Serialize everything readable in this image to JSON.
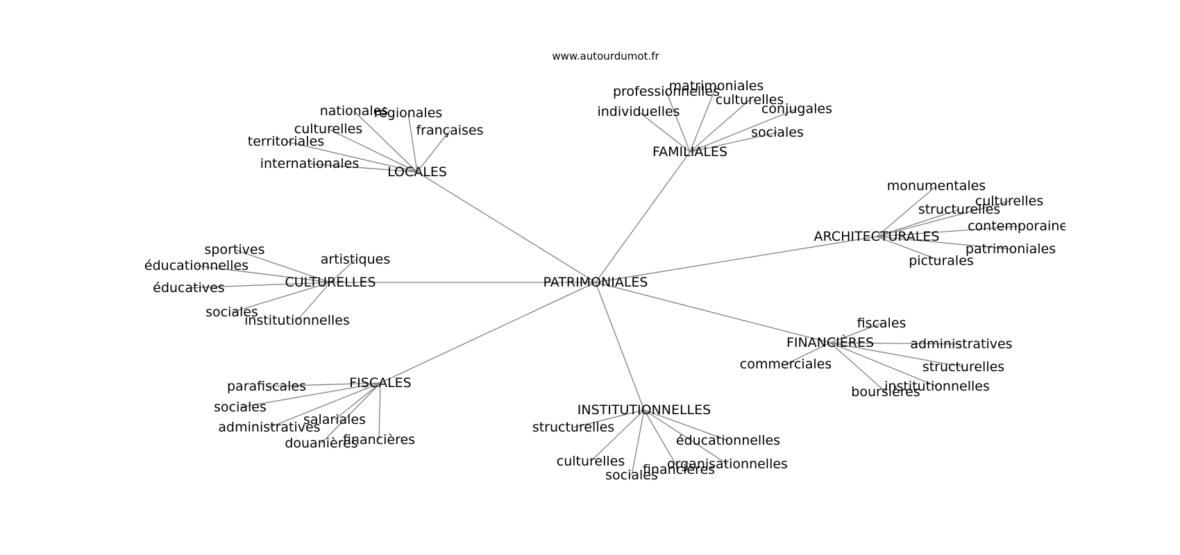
{
  "watermark": "www.autourdumot.fr",
  "colors": {
    "edge": "#7f7f7f",
    "text": "#000000",
    "background": "#ffffff"
  },
  "graph": {
    "center": "PATRIMONIALES",
    "hubs": [
      {
        "label": "LOCALES",
        "leaves": [
          "nationales",
          "régionales",
          "culturelles",
          "territoriales",
          "françaises",
          "internationales"
        ]
      },
      {
        "label": "FAMILIALES",
        "leaves": [
          "matrimoniales",
          "professionnelles",
          "culturelles",
          "individuelles",
          "conjugales",
          "sociales"
        ]
      },
      {
        "label": "ARCHITECTURALES",
        "leaves": [
          "monumentales",
          "culturelles",
          "structurelles",
          "contemporaines",
          "patrimoniales",
          "picturales"
        ]
      },
      {
        "label": "CULTURELLES",
        "leaves": [
          "sportives",
          "éducationnelles",
          "artistiques",
          "éducatives",
          "sociales",
          "institutionnelles"
        ]
      },
      {
        "label": "FINANCIÈRES",
        "leaves": [
          "fiscales",
          "administratives",
          "commerciales",
          "structurelles",
          "institutionnelles",
          "boursières"
        ]
      },
      {
        "label": "FISCALES",
        "leaves": [
          "parafiscales",
          "sociales",
          "salariales",
          "administratives",
          "financières",
          "douanières"
        ]
      },
      {
        "label": "INSTITUTIONNELLES",
        "leaves": [
          "structurelles",
          "éducationnelles",
          "culturelles",
          "organisationnelles",
          "financières",
          "sociales"
        ]
      }
    ]
  }
}
